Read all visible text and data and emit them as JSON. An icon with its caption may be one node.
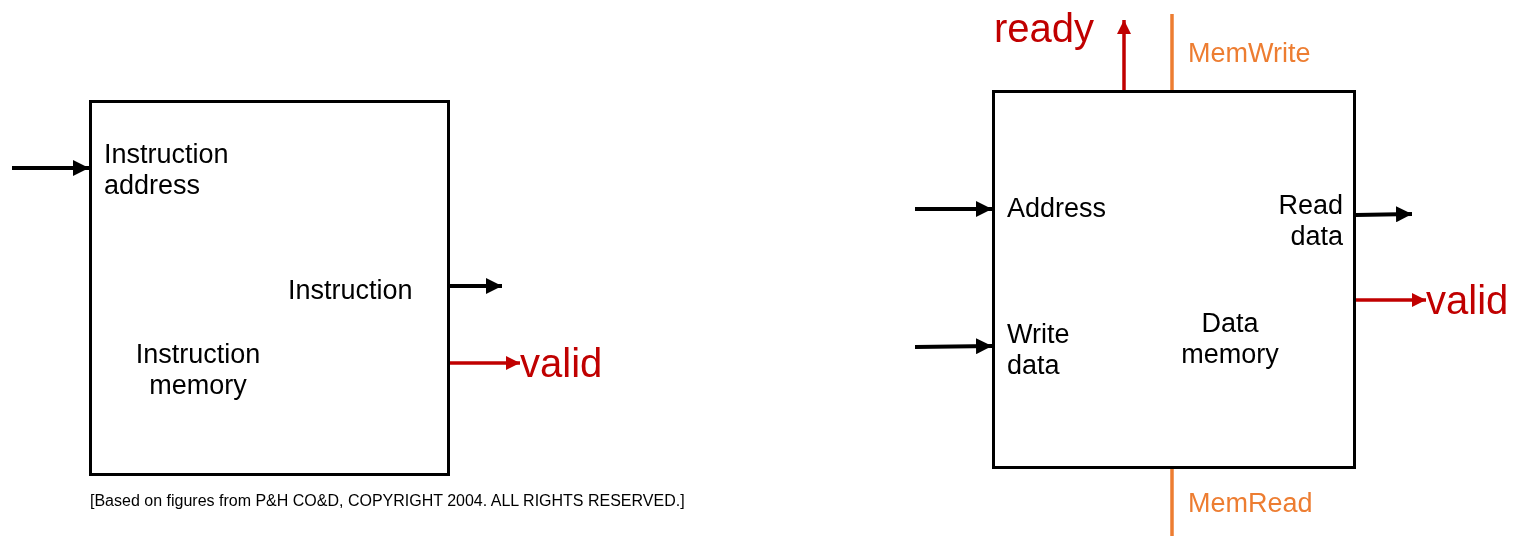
{
  "diagram": {
    "caption": "[Based on figures from P&H CO&D, COPYRIGHT 2004. ALL RIGHTS RESERVED.]",
    "nodes": [
      {
        "text": [
          "Instruction address",
          "Instruction",
          "Instruction memory"
        ]
      },
      {
        "text": [
          "valid"
        ]
      },
      {
        "text": [
          "Address",
          "Read data",
          "Write data",
          "Data memory"
        ]
      },
      {
        "text": [
          "ready"
        ]
      },
      {
        "text": [
          "valid"
        ]
      }
    ],
    "edges": [
      {
        "from": null,
        "to": 0,
        "arrow": "to"
      },
      {
        "from": 0,
        "to": null,
        "arrow": "to"
      },
      {
        "from": 0,
        "to": 1,
        "arrow": "to",
        "color": "#c00000"
      },
      {
        "from": null,
        "to": 2,
        "arrow": "to"
      },
      {
        "from": null,
        "to": 2,
        "arrow": "to"
      },
      {
        "from": 2,
        "to": null,
        "arrow": "to"
      },
      {
        "from": 2,
        "to": 4,
        "arrow": "to",
        "color": "#c00000"
      },
      {
        "from": 2,
        "to": 3,
        "arrow": "to",
        "color": "#c00000"
      },
      {
        "from": null,
        "to": 2,
        "arrow": "none",
        "label": "MemWrite",
        "color": "#ed7d31"
      },
      {
        "from": null,
        "to": 2,
        "arrow": "none",
        "label": "MemRead",
        "color": "#ed7d31"
      }
    ]
  }
}
